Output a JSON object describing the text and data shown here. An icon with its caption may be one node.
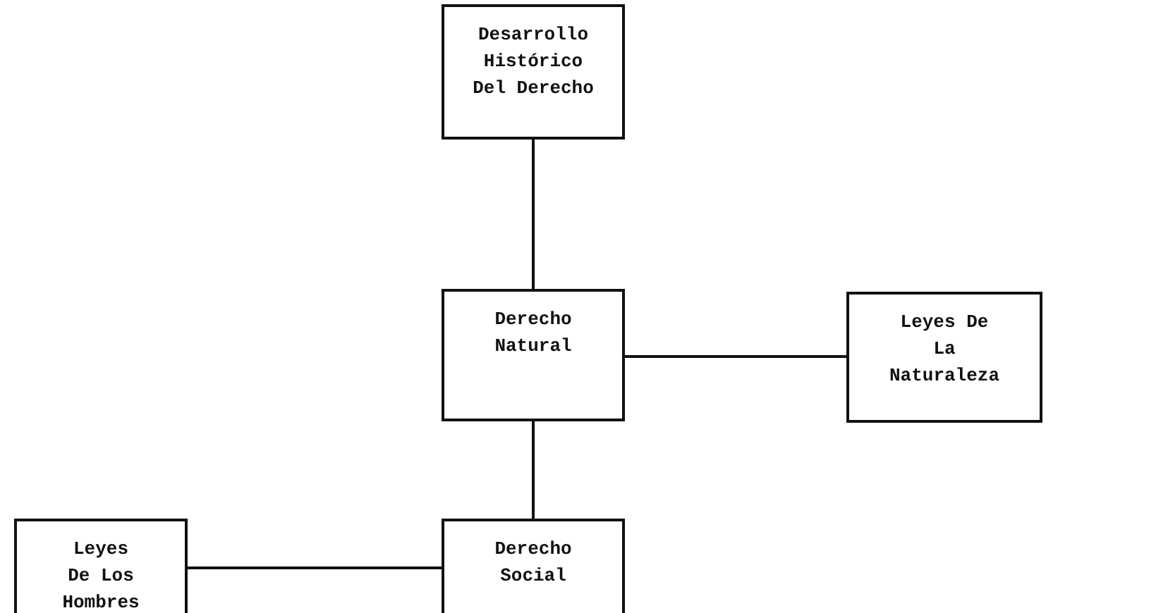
{
  "diagram": {
    "nodes": [
      {
        "text": [
          "Desarrollo Histórico Del Derecho"
        ]
      },
      {
        "text": [
          "Derecho Natural"
        ]
      },
      {
        "text": [
          "Leyes De La Naturaleza"
        ]
      },
      {
        "text": [
          "Leyes De Los Hombres"
        ]
      },
      {
        "text": [
          "Derecho Social"
        ]
      }
    ],
    "edges": [
      {
        "from": 0,
        "to": 1,
        "arrow": "none"
      },
      {
        "from": 1,
        "to": 2,
        "arrow": "none"
      },
      {
        "from": 1,
        "to": 4,
        "arrow": "none"
      },
      {
        "from": 3,
        "to": 4,
        "arrow": "none"
      }
    ]
  }
}
